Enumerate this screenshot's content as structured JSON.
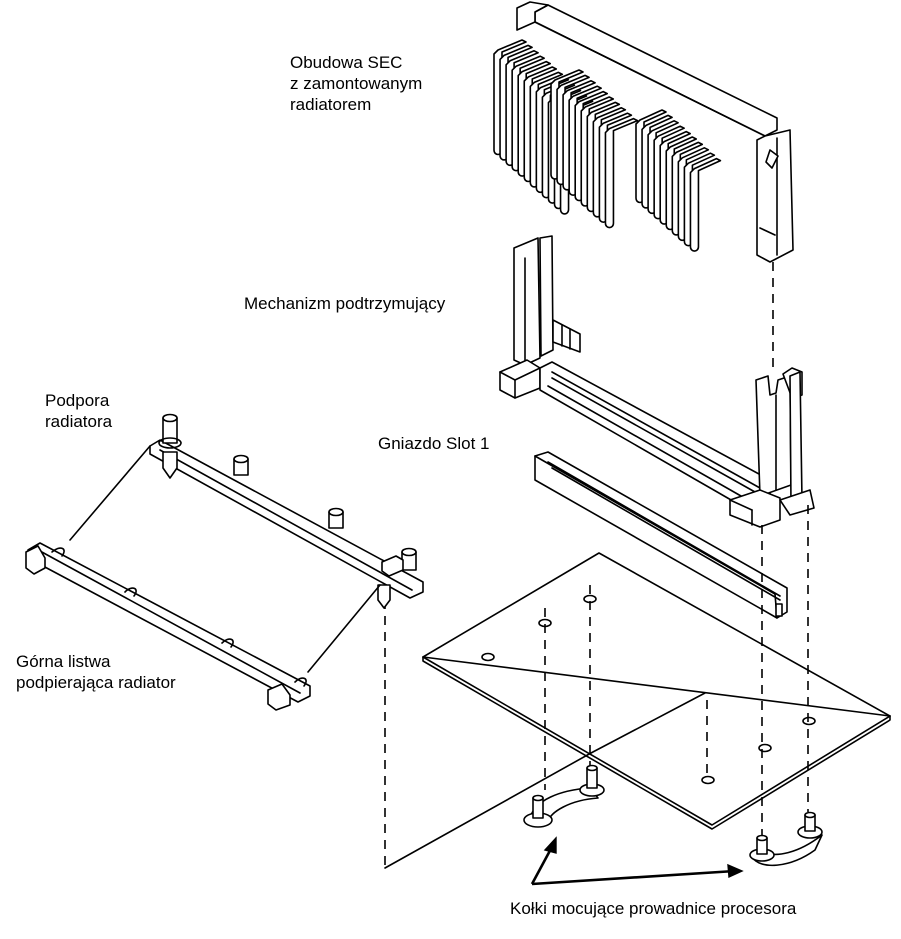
{
  "diagram": {
    "type": "exploded-assembly-view",
    "colors": {
      "line": "#000000",
      "background": "#ffffff"
    },
    "labels": {
      "sec_cartridge": [
        "Obudowa SEC",
        "z zamontowanym",
        "radiatorem"
      ],
      "retention_mechanism": "Mechanizm podtrzymujący",
      "heatsink_support": [
        "Podpora",
        "radiatora"
      ],
      "slot1_connector": "Gniazdo Slot 1",
      "top_bar": [
        "Górna listwa",
        "podpierająca radiator"
      ],
      "guide_pins": "Kołki mocujące prowadnice procesora"
    },
    "components": [
      "sec-cartridge-with-heatsink",
      "retention-mechanism",
      "slot1-connector",
      "heatsink-support-base",
      "heatsink-top-bar",
      "motherboard",
      "guide-pin-bracket-left",
      "guide-pin-bracket-right"
    ]
  }
}
